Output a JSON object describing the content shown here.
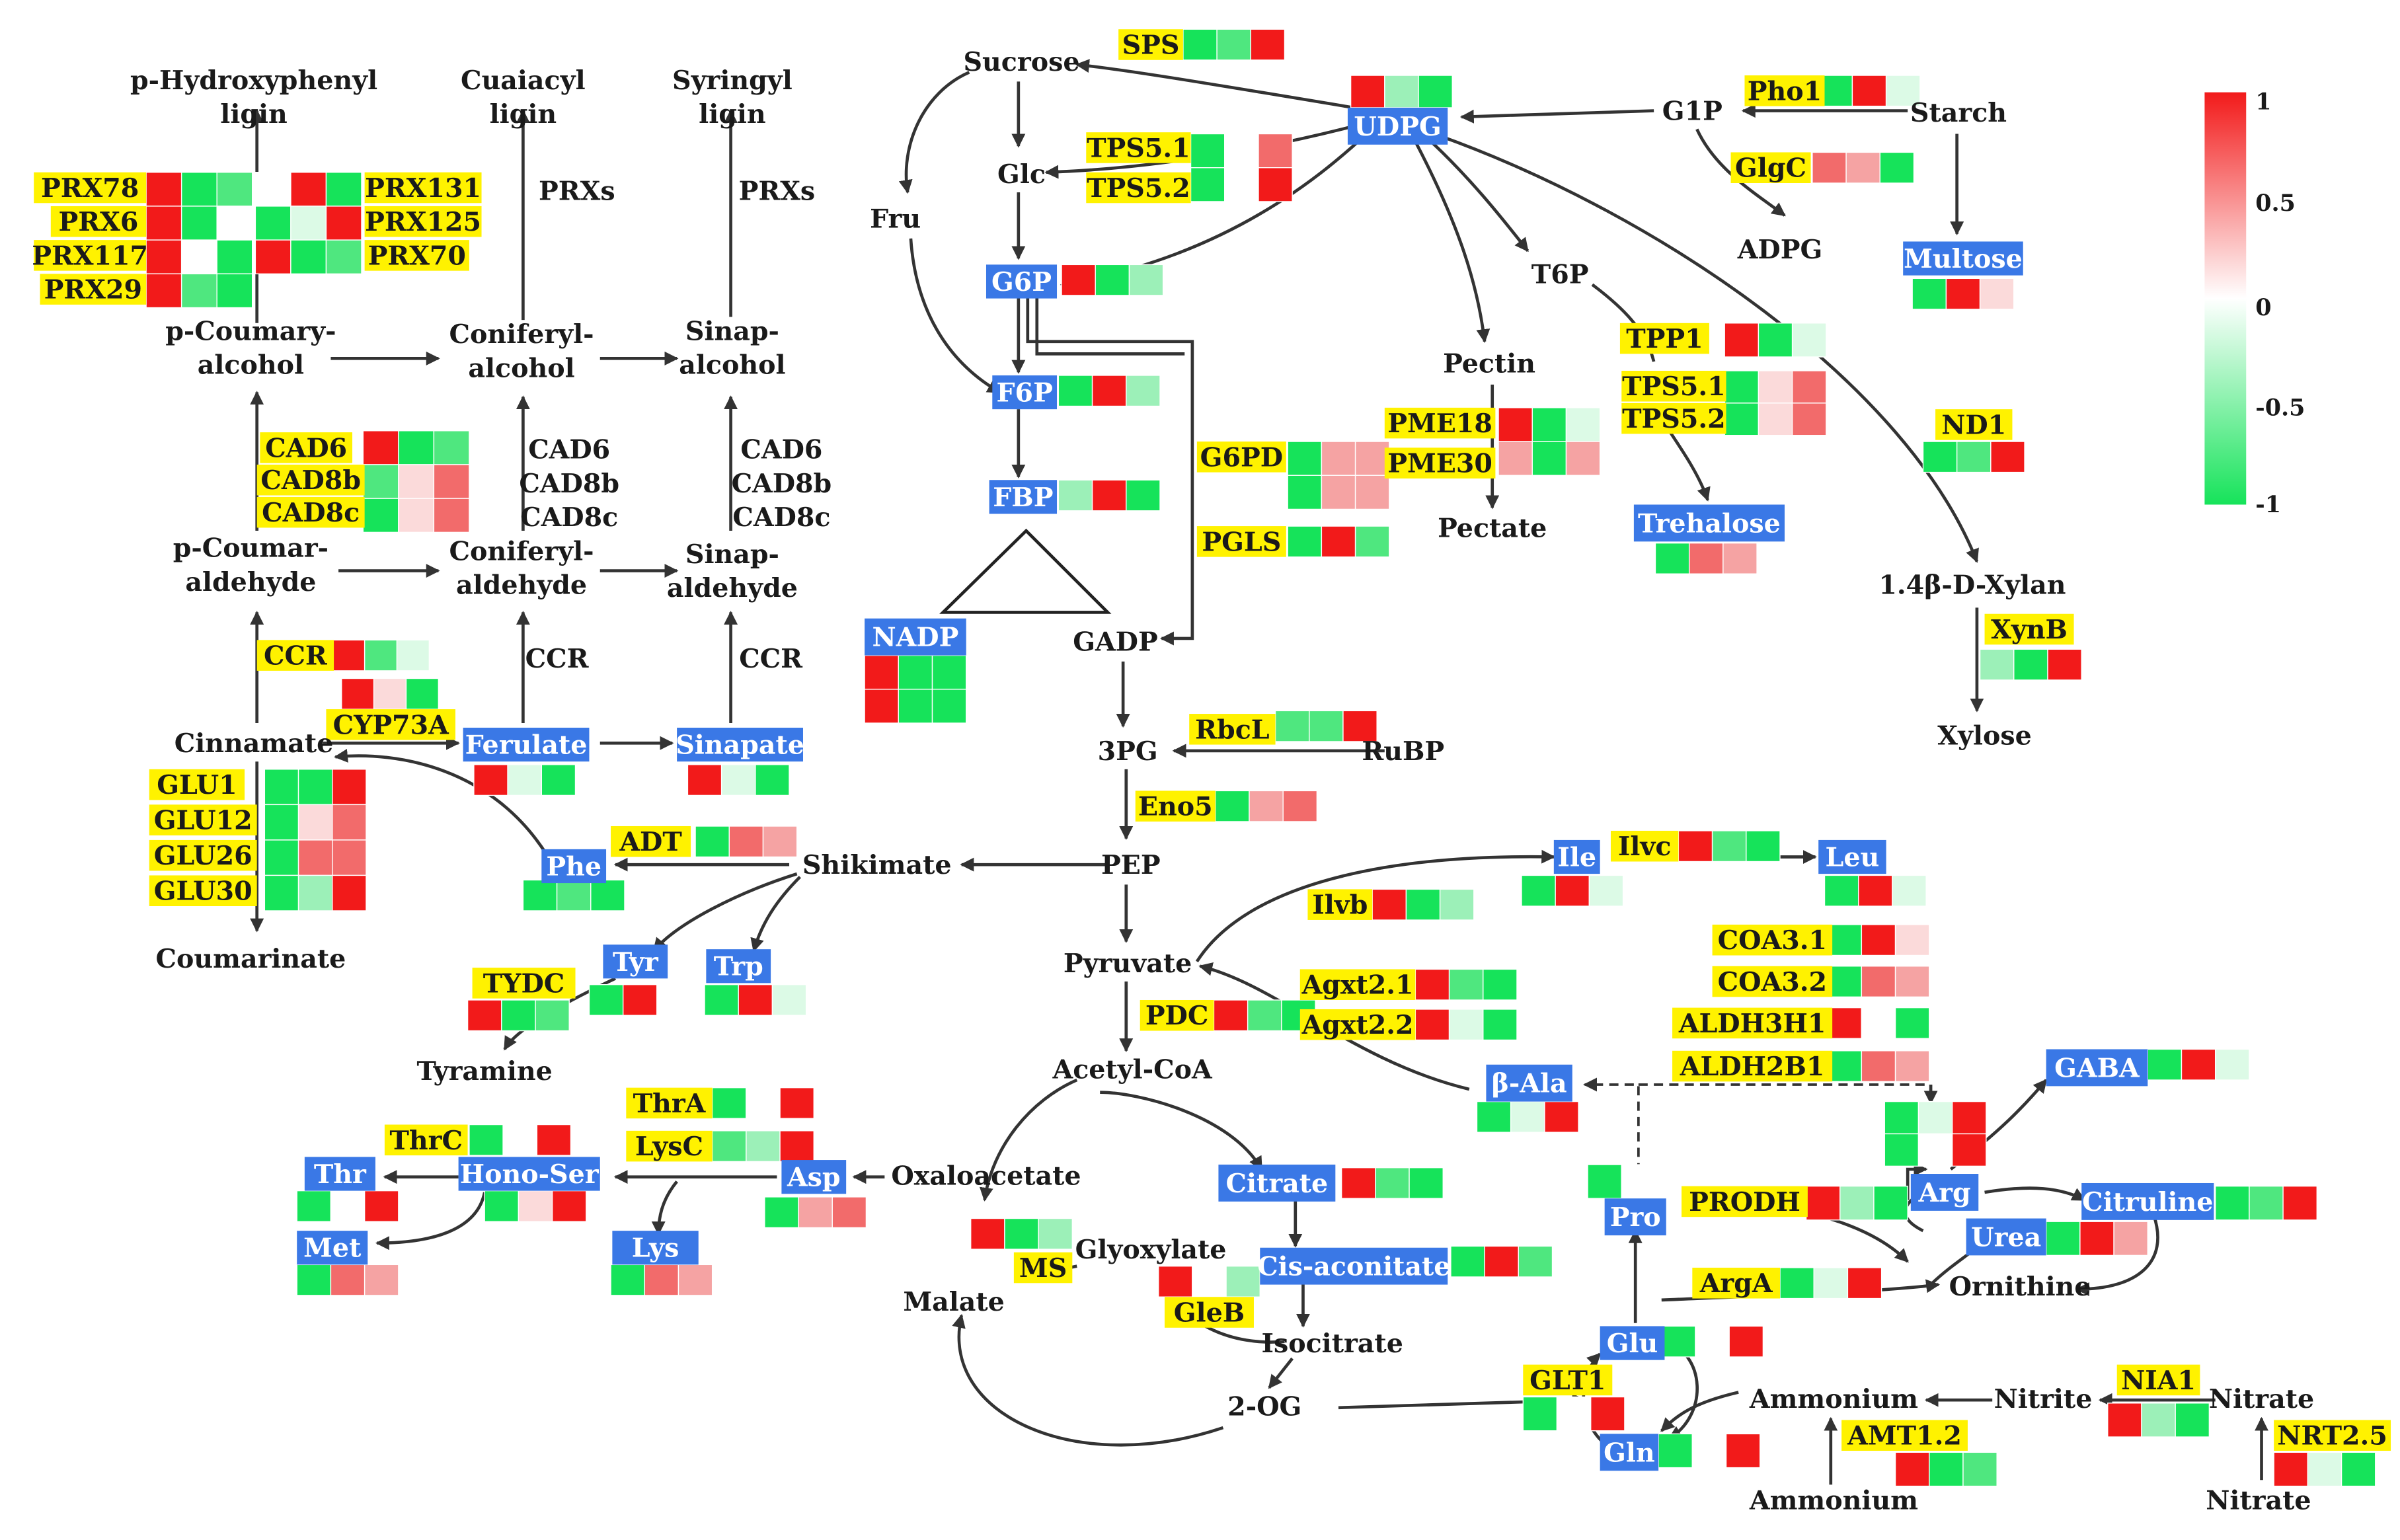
{
  "colorbar": {
    "ticks": [
      "1",
      "0.5",
      "0",
      "-0.5",
      "-1"
    ]
  },
  "palette": {
    "red": "#f21a1a",
    "green": "#16e35a",
    "yellow": "#fff200",
    "blue": "#3a78e6",
    "light_red": "#f5a3a3",
    "mid_red": "#f26b6b",
    "pale_red": "#fbdada",
    "light_green": "#9cf0b8",
    "mid_green": "#4fe77f",
    "pale_green": "#dcfae6",
    "white": "#ffffff"
  },
  "metabolites": {
    "p_hydroxyphenyl_lignin": "p-Hydroxyphenyl\nligin",
    "guaiacyl_lignin": "Cuaiacyl\nligin",
    "syringyl_lignin": "Syringyl\nligin",
    "prxs_1": "PRXs",
    "prxs_2": "PRXs",
    "p_coumaryl_alcohol": "p-Coumary-\nalcohol",
    "coniferyl_alcohol": "Coniferyl-\nalcohol",
    "sinapyl_alcohol": "Sinap-\nalcohol",
    "cad_list_1": "CAD6\nCAD8b\nCAD8c",
    "cad_list_2": "CAD6\nCAD8b\nCAD8c",
    "p_coumaraldehyde": "p-Coumar-\naldehyde",
    "coniferyl_aldehyde": "Coniferyl-\naldehyde",
    "sinapaldehyde": "Sinap-\naldehyde",
    "ccr_1": "CCR",
    "ccr_2": "CCR",
    "cinnamate": "Cinnamate",
    "coumarinate": "Coumarinate",
    "shikimate": "Shikimate",
    "tyramine": "Tyramine",
    "sucrose": "Sucrose",
    "glc": "Glc",
    "fru": "Fru",
    "gadp": "GADP",
    "pg3": "3PG",
    "rubp": "RuBP",
    "pep": "PEP",
    "pyruvate": "Pyruvate",
    "acetyl_coa": "Acetyl-CoA",
    "oxaloacetate": "Oxaloacetate",
    "malate": "Malate",
    "glyoxylate": "Glyoxylate",
    "isocitrate": "Isocitrate",
    "og2": "2-OG",
    "g1p": "G1P",
    "starch": "Starch",
    "adpg": "ADPG",
    "t6p": "T6P",
    "pectin": "Pectin",
    "pectate": "Pectate",
    "xylan": "1.4β-D-Xylan",
    "xylose": "Xylose",
    "ornithine": "Ornithine",
    "ammonium_1": "Ammonium",
    "ammonium_2": "Ammonium",
    "nitrite": "Nitrite",
    "nitrate_1": "Nitrate",
    "nitrate_2": "Nitrate"
  },
  "blue_nodes": {
    "udpg": "UDPG",
    "g6p": "G6P",
    "f6p": "F6P",
    "fbp": "FBP",
    "nadp": "NADP",
    "multose": "Multose",
    "trehalose": "Trehalose",
    "ferulate": "Ferulate",
    "sinapate": "Sinapate",
    "phe": "Phe",
    "tyr": "Tyr",
    "trp": "Trp",
    "thr": "Thr",
    "hono_ser": "Hono-Ser",
    "asp": "Asp",
    "met": "Met",
    "lys": "Lys",
    "citrate": "Citrate",
    "cis_aconitate": "Cis-aconitate",
    "ile": "Ile",
    "leu": "Leu",
    "b_ala": "β-Ala",
    "gaba": "GABA",
    "pro": "Pro",
    "arg": "Arg",
    "citruline": "Citruline",
    "urea": "Urea",
    "glu": "Glu",
    "gln": "Gln"
  },
  "genes": {
    "prx78": "PRX78",
    "prx6": "PRX6",
    "prx117": "PRX117",
    "prx29": "PRX29",
    "prx131": "PRX131",
    "prx125": "PRX125",
    "prx70": "PRX70",
    "cad6": "CAD6",
    "cad8b": "CAD8b",
    "cad8c": "CAD8c",
    "ccr": "CCR",
    "cyp73a": "CYP73A",
    "glu1": "GLU1",
    "glu12": "GLU12",
    "glu26": "GLU26",
    "glu30": "GLU30",
    "adt": "ADT",
    "tydc": "TYDC",
    "thra": "ThrA",
    "lysc": "LysC",
    "thrc": "ThrC",
    "sps": "SPS",
    "tps51_a": "TPS5.1",
    "tps52_a": "TPS5.2",
    "g6pd": "G6PD",
    "pgls": "PGLS",
    "rbcl": "RbcL",
    "eno5": "Eno5",
    "pdc": "PDC",
    "ms": "MS",
    "gleb": "GleB",
    "pho1": "Pho1",
    "glgc": "GlgC",
    "tpp1": "TPP1",
    "tps51_b": "TPS5.1",
    "tps52_b": "TPS5.2",
    "pme18": "PME18",
    "pme30": "PME30",
    "nd1": "ND1",
    "xynb": "XynB",
    "ilvc": "Ilvc",
    "ilvb": "Ilvb",
    "agxt21": "Agxt2.1",
    "agxt22": "Agxt2.2",
    "coa31": "COA3.1",
    "coa32": "COA3.2",
    "aldh3h1": "ALDH3H1",
    "aldh2b1": "ALDH2B1",
    "prodh": "PRODH",
    "arga": "ArgA",
    "glt1": "GLT1",
    "amt12": "AMT1.2",
    "nia1": "NIA1",
    "nrt25": "NRT2.5"
  }
}
